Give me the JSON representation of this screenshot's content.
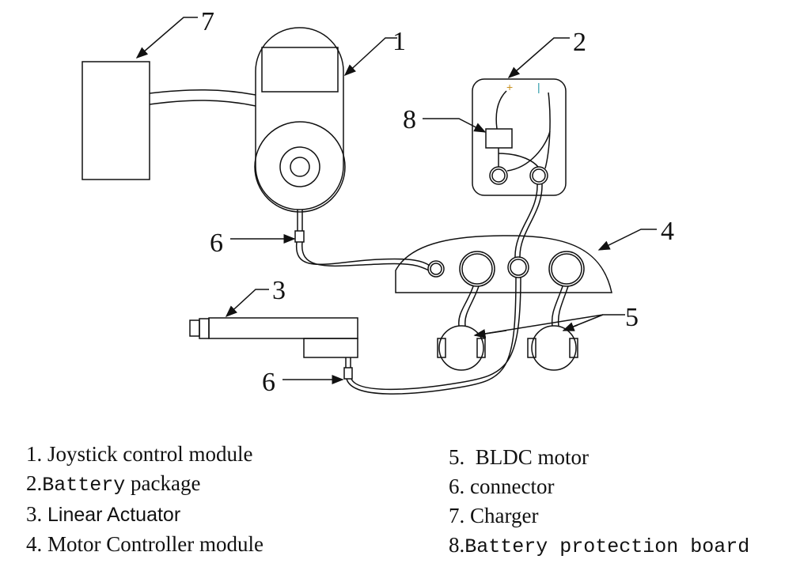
{
  "callouts": {
    "c1": "1",
    "c2": "2",
    "c3": "3",
    "c4": "4",
    "c5": "5",
    "c6a": "6",
    "c6b": "6",
    "c7": "7",
    "c8": "8",
    "plus": "+",
    "minus": "|"
  },
  "colors": {
    "plus": "#c8901e",
    "minus": "#2a9aa8",
    "line": "#111111"
  },
  "legend": {
    "left": [
      {
        "num": "1.",
        "text": "Joystick control module"
      },
      {
        "num": "2.",
        "text_mono": "Battery",
        "text": " package"
      },
      {
        "num": "3.",
        "text": "Linear Actuator"
      },
      {
        "num": "4.",
        "text": "Motor Controller module"
      }
    ],
    "right": [
      {
        "num": "5.",
        "text": "  BLDC motor"
      },
      {
        "num": "6.",
        "text": "connector"
      },
      {
        "num": "7.",
        "text": "Charger"
      },
      {
        "num": "8.",
        "text_mono": "Battery protection board"
      }
    ]
  }
}
